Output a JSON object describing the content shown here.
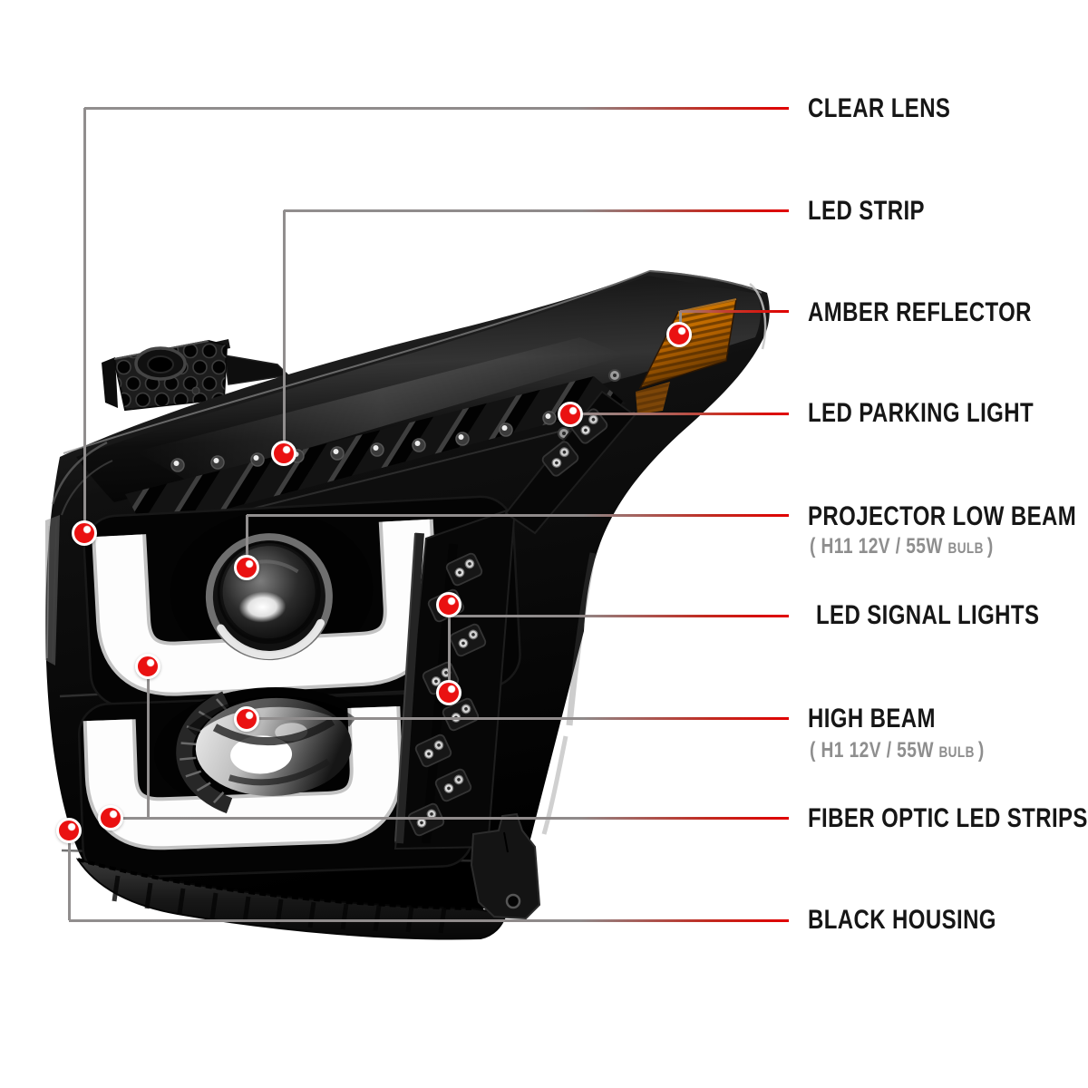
{
  "callouts": [
    {
      "id": "clear-lens",
      "label": "CLEAR LENS"
    },
    {
      "id": "led-strip",
      "label": "LED STRIP"
    },
    {
      "id": "amber-reflector",
      "label": "AMBER REFLECTOR"
    },
    {
      "id": "led-parking-light",
      "label": "LED PARKING LIGHT"
    },
    {
      "id": "projector-low-beam",
      "label": "PROJECTOR LOW BEAM",
      "bulb_spec": "( H11 12V / 55W",
      "bulb_word": "BULB",
      "bulb_close": ")"
    },
    {
      "id": "led-signal-lights",
      "label": "LED SIGNAL LIGHTS"
    },
    {
      "id": "high-beam",
      "label": "HIGH BEAM",
      "bulb_spec": "( H1 12V / 55W",
      "bulb_word": "BULB",
      "bulb_close": ")"
    },
    {
      "id": "fiber-optic-led-strips",
      "label": "FIBER OPTIC LED STRIPS"
    },
    {
      "id": "black-housing",
      "label": "BLACK HOUSING"
    }
  ],
  "colors": {
    "marker_red": "#ea1111",
    "line_gray": "#918e8e",
    "line_red": "#e10000",
    "label_black": "#161616",
    "spec_gray": "#8e8e8e",
    "amber": "#c97200",
    "background": "#ffffff"
  }
}
